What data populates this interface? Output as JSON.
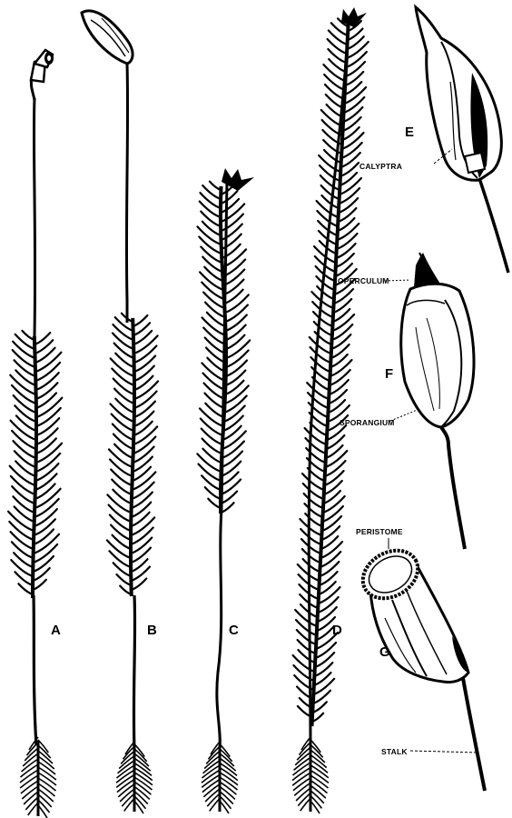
{
  "figure": {
    "letters": {
      "a": "A",
      "b": "B",
      "c": "C",
      "d": "D",
      "e": "E",
      "f": "F",
      "g": "G"
    },
    "terms": {
      "calyptra": "CALYPTRA",
      "operculum": "OPERCULUM",
      "sporangium": "SPORANGIUM",
      "peristome": "PERISTOME",
      "stalk": "STALK"
    }
  },
  "colors": {
    "ink": "#000000",
    "paper": "#ffffff"
  }
}
